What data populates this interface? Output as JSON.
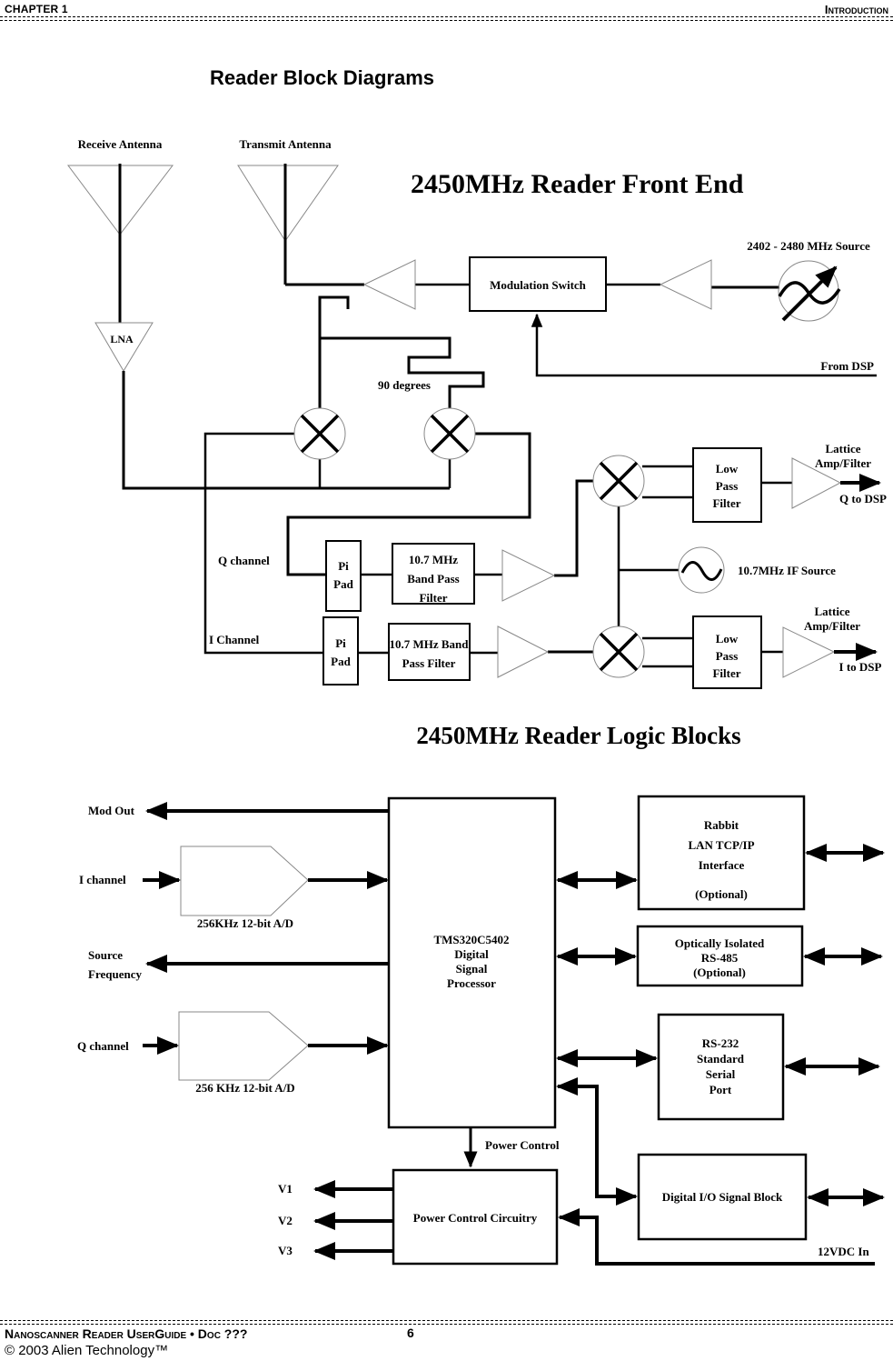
{
  "header": {
    "chapter": "Chapter 1",
    "section": "Introduction"
  },
  "page_title": "Reader Block Diagrams",
  "front_end": {
    "title": "2450MHz Reader Front End",
    "receive_antenna": "Receive Antenna",
    "transmit_antenna": "Transmit Antenna",
    "lna": "LNA",
    "modulation_switch": "Modulation Switch",
    "source_label": "2402 - 2480 MHz Source",
    "from_dsp": "From DSP",
    "phase_shift": "90 degrees",
    "q_channel": "Q channel",
    "i_channel": "I Channel",
    "pi_pad": [
      "Pi",
      "Pad"
    ],
    "bpf_q": [
      "10.7 MHz",
      "Band Pass",
      "Filter"
    ],
    "bpf_i": [
      "10.7 MHz Band",
      "Pass Filter"
    ],
    "lpf": [
      "Low",
      "Pass",
      "Filter"
    ],
    "lattice": [
      "Lattice",
      "Amp/Filter"
    ],
    "q_to_dsp": "Q to DSP",
    "i_to_dsp": "I to DSP",
    "if_source": "10.7MHz IF Source"
  },
  "logic": {
    "title": "2450MHz Reader Logic Blocks",
    "mod_out": "Mod Out",
    "i_channel": "I channel",
    "adc_i": "256KHz 12-bit A/D",
    "source_frequency": [
      "Source",
      "Frequency"
    ],
    "q_channel": "Q channel",
    "adc_q": "256 KHz 12-bit A/D",
    "dsp": [
      "TMS320C5402",
      "Digital",
      "Signal",
      "Processor"
    ],
    "rabbit": [
      "Rabbit",
      "LAN TCP/IP",
      "Interface",
      "(Optional)"
    ],
    "rs485": [
      "Optically Isolated",
      "RS-485",
      "(Optional)"
    ],
    "rs232": [
      "RS-232",
      "Standard",
      "Serial",
      "Port"
    ],
    "power_control": "Power Control",
    "pcc": "Power Control Circuitry",
    "v1": "V1",
    "v2": "V2",
    "v3": "V3",
    "digital_io": "Digital I/O Signal Block",
    "vdc_in": "12VDC In"
  },
  "footer": {
    "doc": "Nanoscanner Reader UserGuide •  Doc ???",
    "page": "6",
    "copyright": "© 2003 Alien Technology™"
  }
}
